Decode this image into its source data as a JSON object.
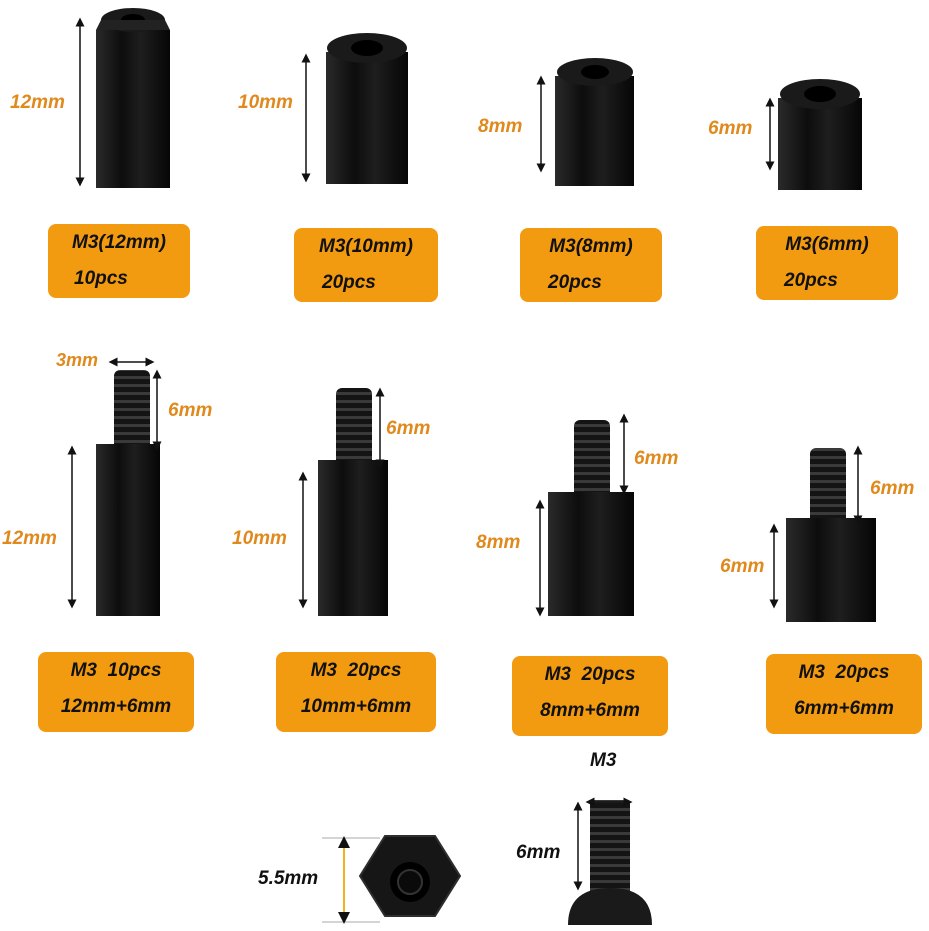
{
  "row1": [
    {
      "dim": "12mm",
      "line1": "M3(12mm)",
      "line2": "10pcs"
    },
    {
      "dim": "10mm",
      "line1": "M3(10mm)",
      "line2": "20pcs"
    },
    {
      "dim": "8mm",
      "line1": "M3(8mm)",
      "line2": "20pcs"
    },
    {
      "dim": "6mm",
      "line1": "M3(6mm)",
      "line2": "20pcs"
    }
  ],
  "row2": [
    {
      "thread_dim": "6mm",
      "body_dim": "12mm",
      "line1": "M3  10pcs",
      "line2": "12mm+6mm",
      "diameter": "3mm"
    },
    {
      "thread_dim": "6mm",
      "body_dim": "10mm",
      "line1": "M3  20pcs",
      "line2": "10mm+6mm"
    },
    {
      "thread_dim": "6mm",
      "body_dim": "8mm",
      "line1": "M3  20pcs",
      "line2": "8mm+6mm"
    },
    {
      "thread_dim": "6mm",
      "body_dim": "6mm",
      "line1": "M3  20pcs",
      "line2": "6mm+6mm"
    }
  ],
  "nut": {
    "dim": "5.5mm"
  },
  "screw": {
    "diameter": "M3",
    "length": "6mm"
  },
  "colors": {
    "accent": "#f29a10",
    "label_text": "#e08a1e",
    "part": "#141414"
  }
}
